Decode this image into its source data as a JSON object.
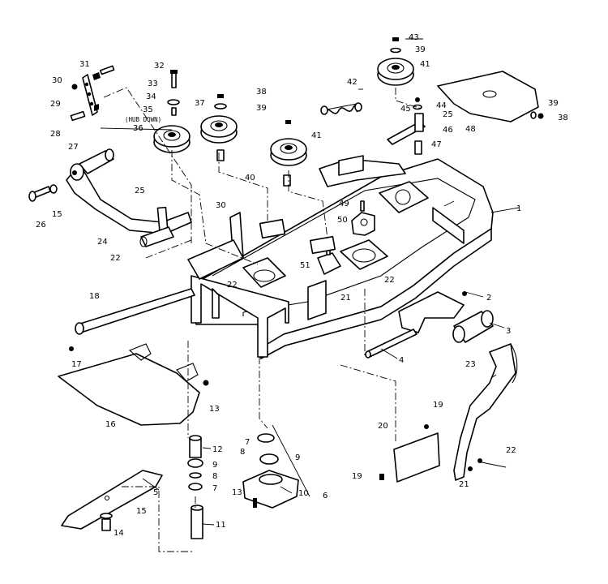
{
  "callouts": {
    "c1": "1",
    "c2": "2",
    "c3": "3",
    "c4": "4",
    "c5": "5",
    "c6": "6",
    "c7a": "7",
    "c7b": "7",
    "c8a": "8",
    "c8b": "8",
    "c9a": "9",
    "c9b": "9",
    "c10": "10",
    "c11": "11",
    "c12": "12",
    "c13a": "13",
    "c13b": "13",
    "c14": "14",
    "c15a": "15",
    "c15b": "15",
    "c16": "16",
    "c17": "17",
    "c18": "18",
    "c19a": "19",
    "c19b": "19",
    "c20": "20",
    "c21a": "21",
    "c21b": "21",
    "c22a": "22",
    "c22b": "22",
    "c22c": "22",
    "c22d": "22",
    "c23": "23",
    "c24": "24",
    "c25a": "25",
    "c25b": "25",
    "c26": "26",
    "c27": "27",
    "c28": "28",
    "c29": "29",
    "c30a": "30",
    "c30b": "30",
    "c31": "31",
    "c32": "32",
    "c33": "33",
    "c34": "34",
    "c35": "35",
    "c36": "36",
    "c37": "37",
    "c38a": "38",
    "c38b": "38",
    "c39a": "39",
    "c39b": "39",
    "c39c": "39",
    "c40": "40",
    "c41a": "41",
    "c41b": "41",
    "c42": "42",
    "c43": "43",
    "c44": "44",
    "c45": "45",
    "c46": "46",
    "c47": "47",
    "c48": "48",
    "c49": "49",
    "c50": "50",
    "c51": "51"
  },
  "note": "(HUB DOWN)"
}
